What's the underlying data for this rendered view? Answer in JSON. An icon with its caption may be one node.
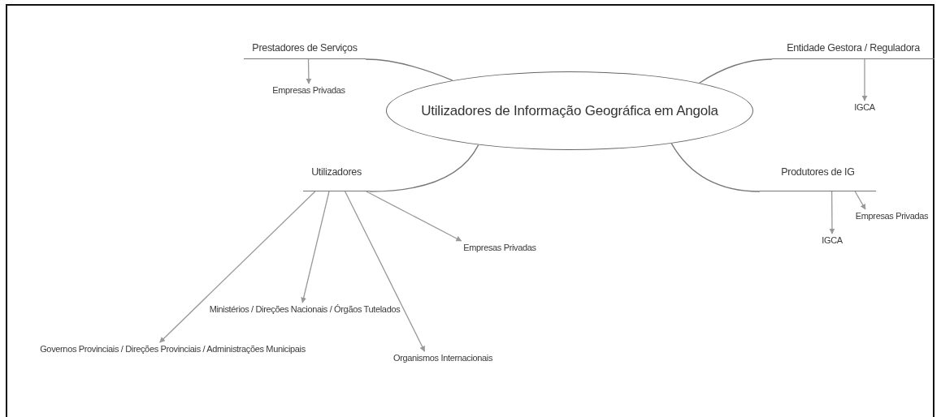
{
  "diagram": {
    "nodes": [
      {
        "text": [
          "Utilizadores de Informação Geográfica em Angola"
        ]
      },
      {
        "text": [
          "Prestadores de Serviços"
        ]
      },
      {
        "text": [
          "Empresas Privadas"
        ]
      },
      {
        "text": [
          "Entidade Gestora / Reguladora"
        ]
      },
      {
        "text": [
          "IGCA"
        ]
      },
      {
        "text": [
          "Utilizadores"
        ]
      },
      {
        "text": [
          "Empresas Privadas"
        ]
      },
      {
        "text": [
          "Ministérios / Direções Nacionais / Órgãos Tutelados"
        ]
      },
      {
        "text": [
          "Governos Provinciais / Direções Provinciais / Administrações Municipais"
        ]
      },
      {
        "text": [
          "Organismos Internacionais"
        ]
      },
      {
        "text": [
          "Produtores de IG"
        ]
      },
      {
        "text": [
          "IGCA"
        ]
      },
      {
        "text": [
          "Empresas Privadas"
        ]
      }
    ],
    "edges": [
      {
        "from": 0,
        "to": 1,
        "arrow": "none"
      },
      {
        "from": 1,
        "to": 2,
        "arrow": "to"
      },
      {
        "from": 0,
        "to": 3,
        "arrow": "none"
      },
      {
        "from": 3,
        "to": 4,
        "arrow": "to"
      },
      {
        "from": 0,
        "to": 5,
        "arrow": "none"
      },
      {
        "from": 5,
        "to": 6,
        "arrow": "to"
      },
      {
        "from": 5,
        "to": 7,
        "arrow": "to"
      },
      {
        "from": 5,
        "to": 8,
        "arrow": "to"
      },
      {
        "from": 5,
        "to": 9,
        "arrow": "to"
      },
      {
        "from": 0,
        "to": 10,
        "arrow": "none"
      },
      {
        "from": 10,
        "to": 11,
        "arrow": "to"
      },
      {
        "from": 10,
        "to": 12,
        "arrow": "to"
      }
    ]
  }
}
